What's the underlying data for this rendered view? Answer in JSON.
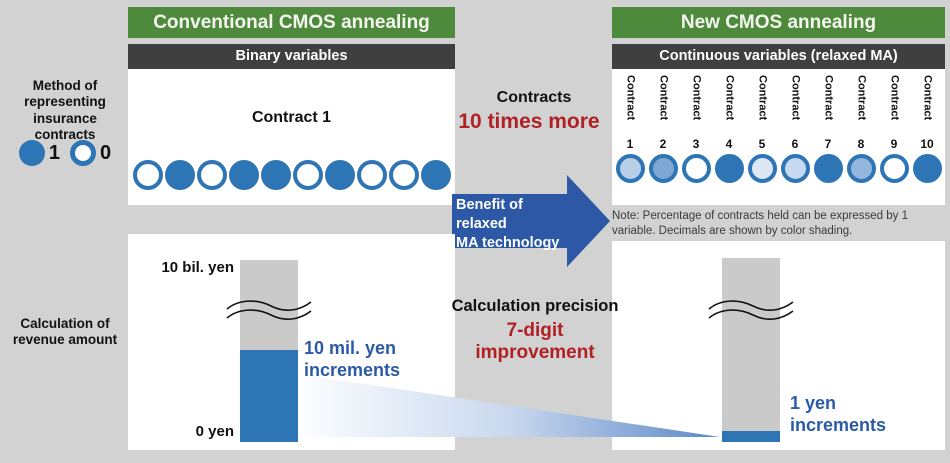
{
  "colors": {
    "background": "#D2D2D2",
    "header_green": "#4E8A3C",
    "header_dark": "#3F3F3F",
    "main_blue": "#2E75B6",
    "arrow_blue": "#2C58A5",
    "red_accent": "#B02125",
    "blue_text": "#2B5AA6",
    "bar_gray": "#CACACA"
  },
  "sidebar": {
    "method_label": "Method of\nrepresenting\ninsurance\ncontracts",
    "legend_one_label": "1",
    "legend_zero_label": "0",
    "calculation_label": "Calculation of\nrevenue amount"
  },
  "conventional": {
    "title": "Conventional CMOS annealing",
    "subtitle": "Binary variables",
    "contract_label": "Contract 1",
    "bits": [
      0,
      1,
      0,
      1,
      1,
      0,
      1,
      0,
      0,
      1
    ]
  },
  "new_panel": {
    "title": "New CMOS annealing",
    "subtitle": "Continuous variables (relaxed MA)",
    "contracts": [
      {
        "label": "Contract",
        "number": "1",
        "fill": "#B9CFE8"
      },
      {
        "label": "Contract",
        "number": "2",
        "fill": "#7FA7D4"
      },
      {
        "label": "Contract",
        "number": "3",
        "fill": "#FFFFFF"
      },
      {
        "label": "Contract",
        "number": "4",
        "fill": "#2E75B6"
      },
      {
        "label": "Contract",
        "number": "5",
        "fill": "#DDE8F4"
      },
      {
        "label": "Contract",
        "number": "6",
        "fill": "#C6D9EE"
      },
      {
        "label": "Contract",
        "number": "7",
        "fill": "#2E75B6"
      },
      {
        "label": "Contract",
        "number": "8",
        "fill": "#94B6DE"
      },
      {
        "label": "Contract",
        "number": "9",
        "fill": "#FFFFFF"
      },
      {
        "label": "Contract",
        "number": "10",
        "fill": "#2E75B6"
      }
    ],
    "note": "Note: Percentage of contracts held can be expressed by 1 variable. Decimals are shown by color shading."
  },
  "center": {
    "contracts_label": "Contracts",
    "times_more_label": "10 times more",
    "arrow_label": "Benefit of relaxed\nMA technology",
    "precision_label": "Calculation precision",
    "improvement_label": "7-digit\nimprovement"
  },
  "revenue": {
    "left": {
      "top_label": "10 bil. yen",
      "bottom_label": "0 yen",
      "increment_label": "10 mil. yen\nincrements"
    },
    "right": {
      "increment_label": "1 yen\nincrements"
    }
  }
}
